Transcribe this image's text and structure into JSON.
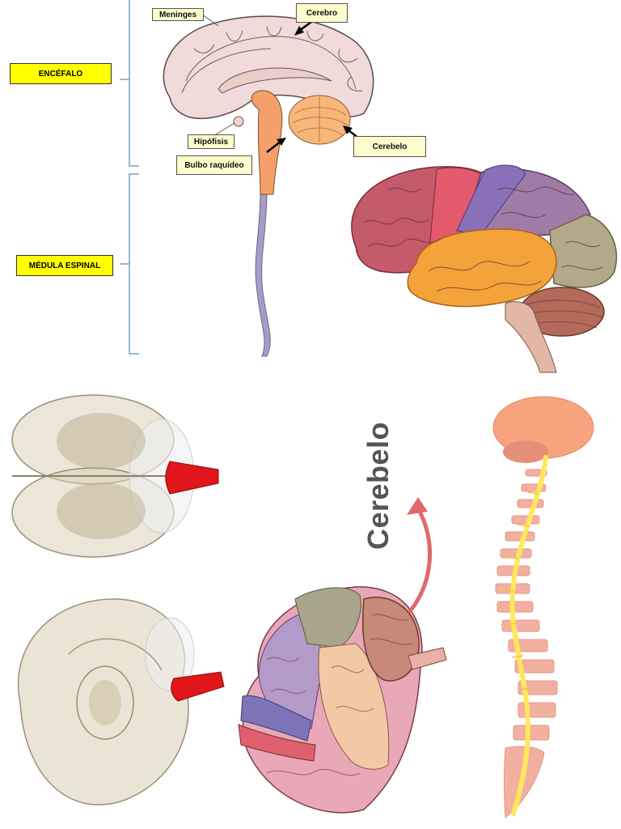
{
  "labels": {
    "encefalo": "ENCÉFALO",
    "medula": "MÉDULA ESPINAL",
    "meninges": "Meninges",
    "cerebro": "Cerebro",
    "hipofisis": "Hipófisis",
    "cerebelo_callout": "Cerebelo",
    "bulbo": "Bulbo raquídeo",
    "cerebelo_big": "Cerebelo"
  },
  "colors": {
    "label_yellow": "#ffff00",
    "callout_bg": "#fcfccc",
    "bracket": "#7aa0c8",
    "cerebrum_pink": "#f1dada",
    "brainstem_orange": "#f5a06a",
    "cerebellum_orange": "#f7b77a",
    "spinal_purple": "#a79cc7",
    "frontal_red": "#c55a6a",
    "parietal_purple": "#8f78b0",
    "temporal_orange": "#f4a23a",
    "occipital_olive": "#b2a98a",
    "cerebellum_brown": "#b36a5a",
    "arrow_red": "#e06a6a",
    "nerve_yellow": "#ffe85a",
    "vertebra_pink": "#f2b0a0",
    "glass_brain": "#d8cdb2",
    "red_highlight": "#e0161a"
  },
  "icons": [
    "arrow-icon",
    "curved-arrow-icon"
  ]
}
